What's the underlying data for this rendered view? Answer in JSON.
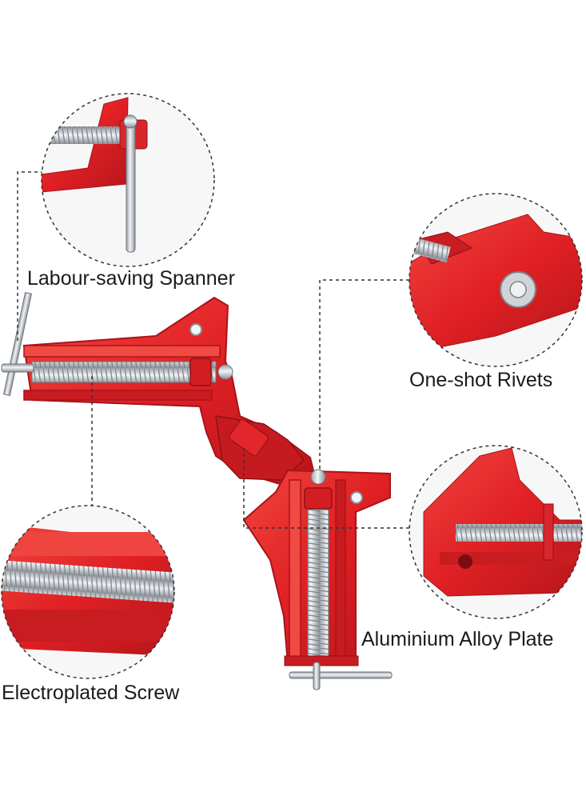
{
  "features": [
    {
      "label": "Labour-saving Spanner",
      "icon": "spanner-icon"
    },
    {
      "label": "One-shot Rivets",
      "icon": "rivet-icon"
    },
    {
      "label": "Aluminium Alloy Plate",
      "icon": "alloy-plate-icon"
    },
    {
      "label": "Electroplated Screw",
      "icon": "screw-icon"
    }
  ],
  "colors": {
    "clamp_red": "#e8262b",
    "clamp_dark_red": "#a8141a",
    "steel": "#c8ccd0",
    "leader_line": "#333333"
  }
}
